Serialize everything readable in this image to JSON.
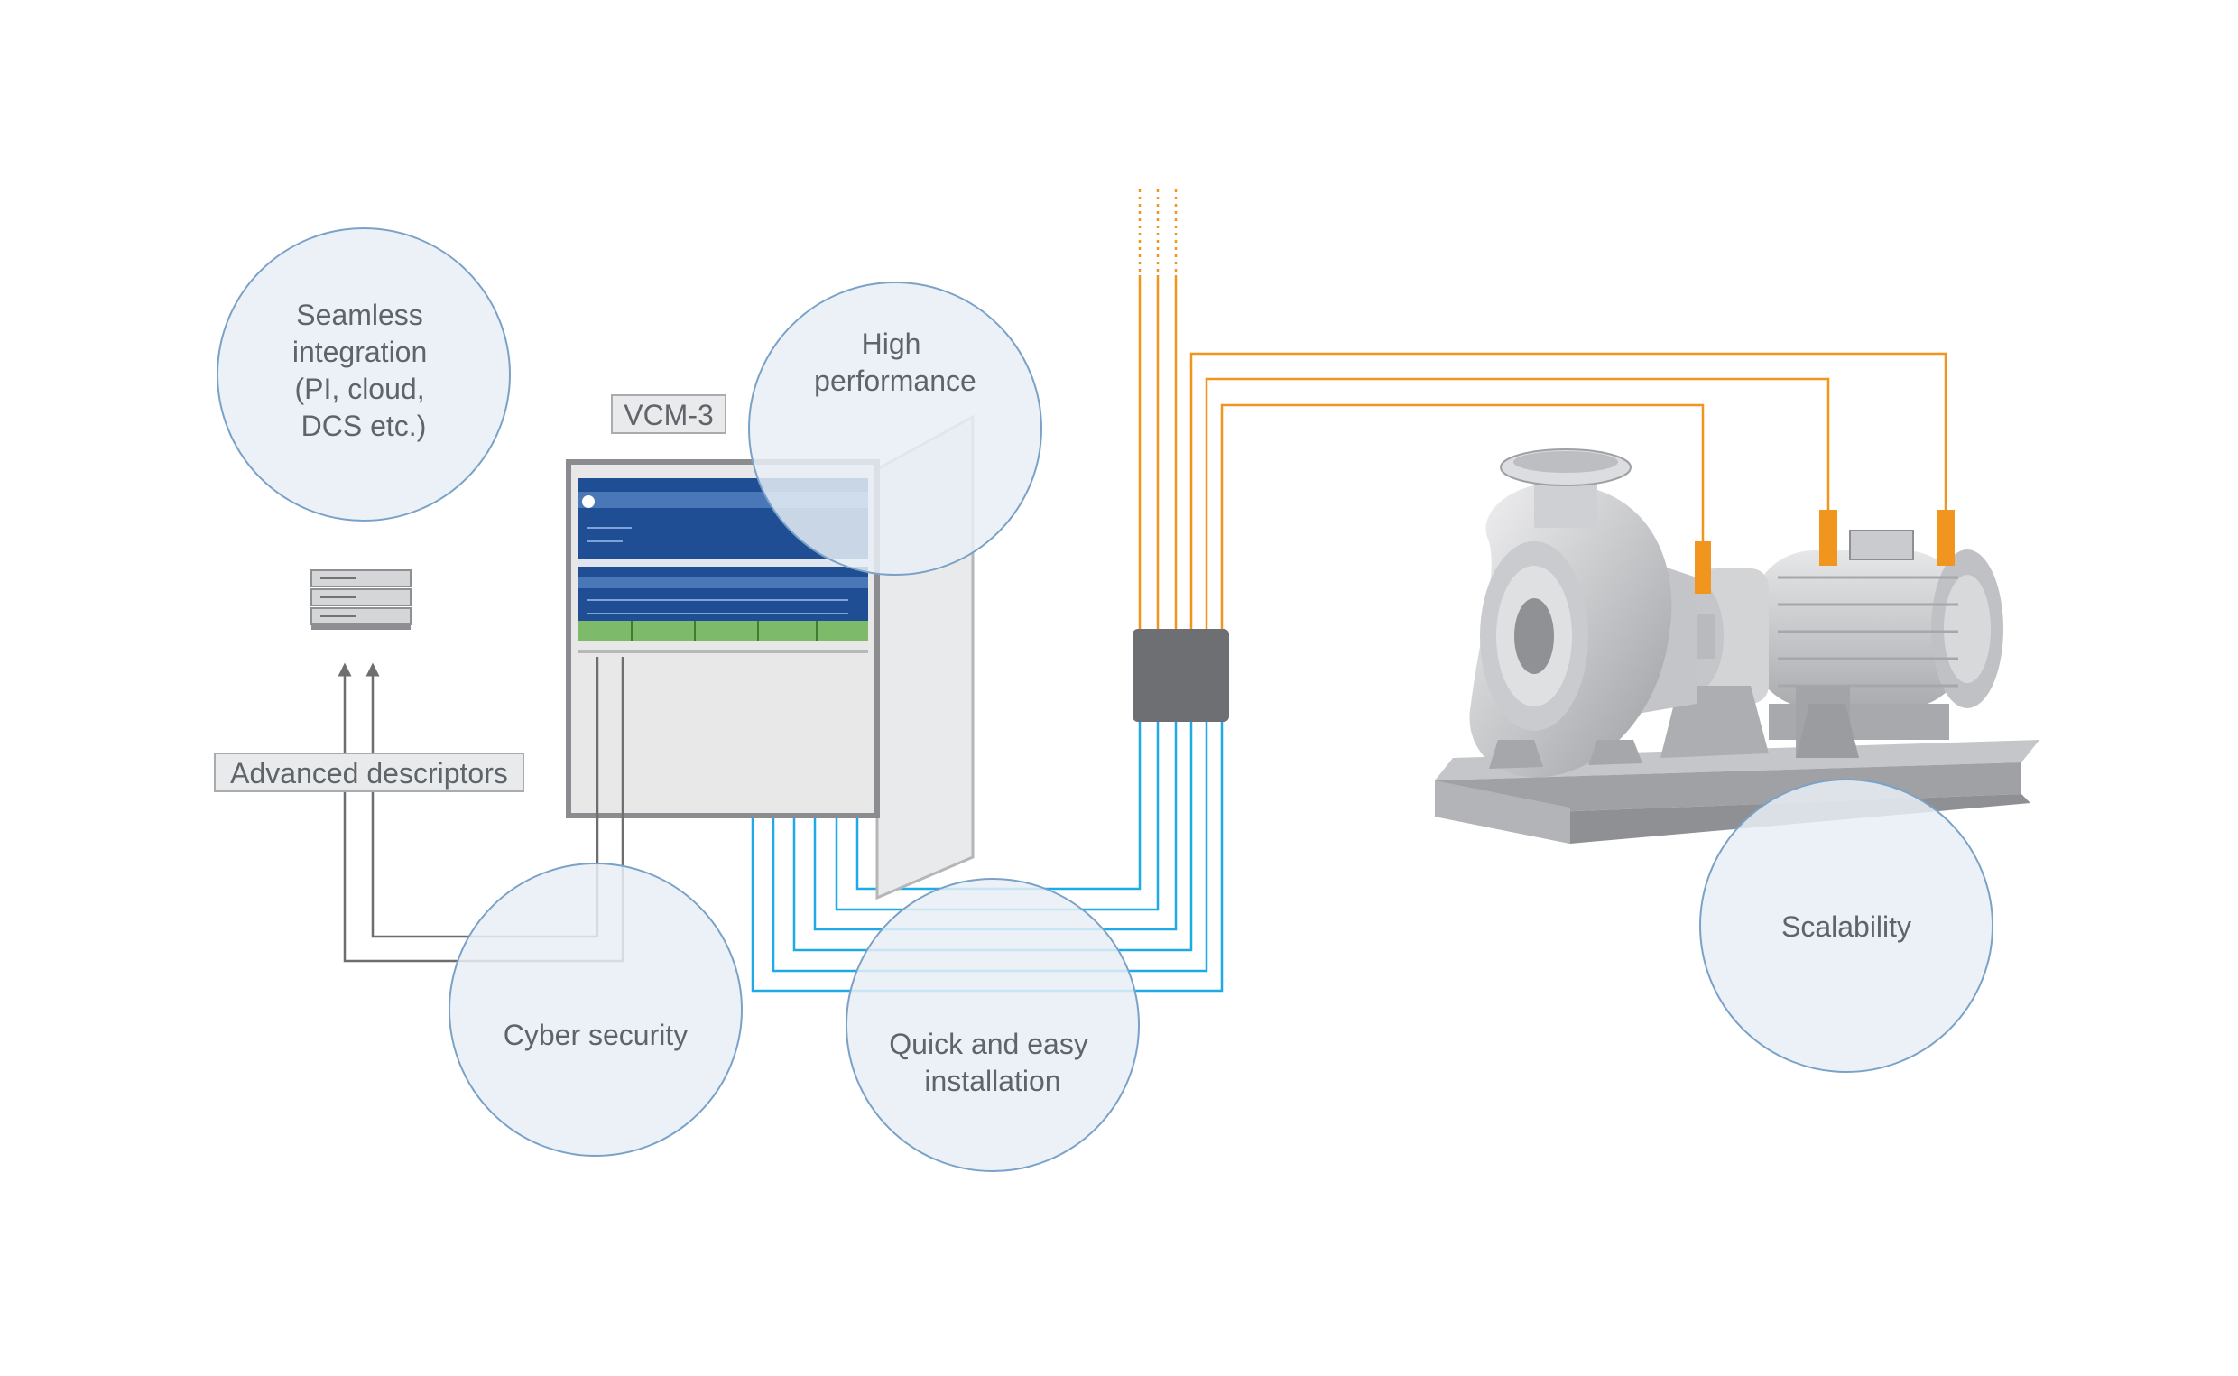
{
  "labels": {
    "vcm": "VCM-3",
    "advanced_descriptors": "Advanced descriptors"
  },
  "bubbles": {
    "seamless_integration": [
      "Seamless",
      "integration",
      "(PI, cloud,",
      "DCS etc.)"
    ],
    "high_performance": [
      "High",
      "performance"
    ],
    "cyber_security": [
      "Cyber security"
    ],
    "quick_installation": [
      "Quick and easy",
      "installation"
    ],
    "scalability": [
      "Scalability"
    ]
  },
  "colors": {
    "orange_wire": "#f0961e",
    "blue_wire": "#1eaae6",
    "gray_wire": "#6e6e6e",
    "bubble_fill": "#e8eff5",
    "bubble_stroke": "#7aa2c8",
    "text": "#5f646a",
    "cabinet_screen": "#1f4e94"
  },
  "icons": {
    "server": "server-rack-icon",
    "junction_box": "junction-box-icon",
    "pump": "centrifugal-pump-icon",
    "cabinet": "vcm-cabinet-icon"
  }
}
